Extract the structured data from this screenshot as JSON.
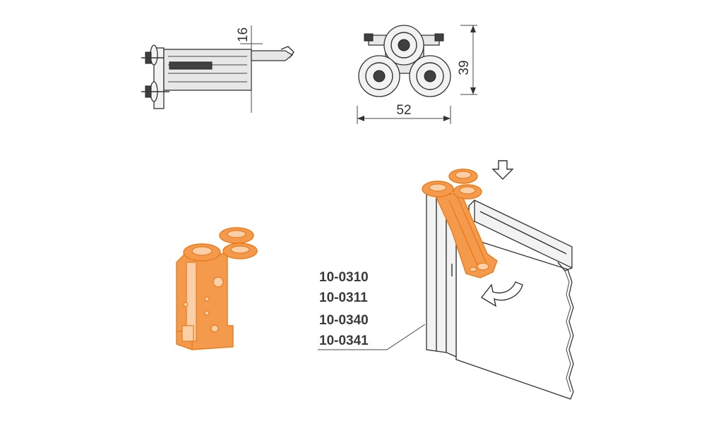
{
  "dimensions": {
    "side_height": "16",
    "front_height": "39",
    "front_width": "52"
  },
  "part_numbers": [
    "10-0310",
    "10-0311",
    "10-0340",
    "10-0341"
  ],
  "colors": {
    "highlight": "#f39a4c",
    "highlight_stroke": "#ec7a1a",
    "line": "#333333"
  }
}
